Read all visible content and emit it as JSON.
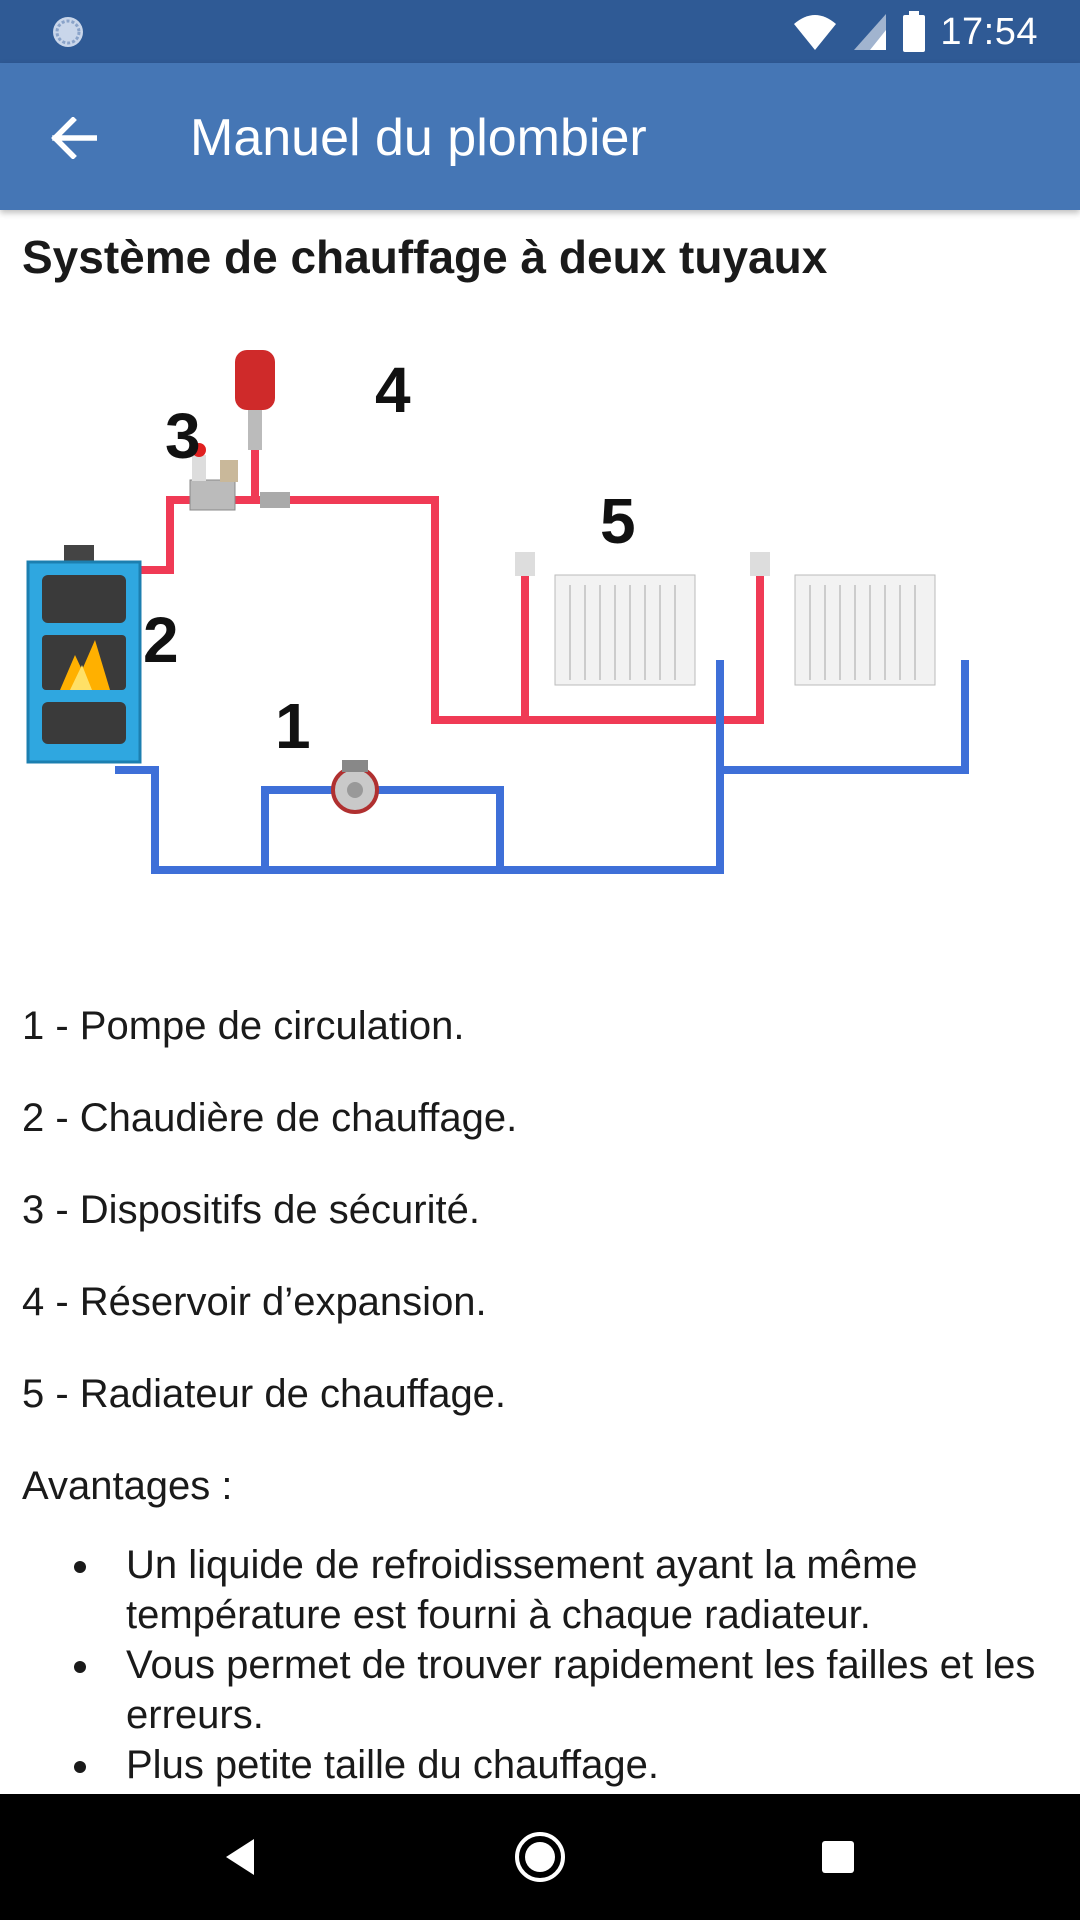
{
  "status_bar": {
    "time": "17:54",
    "icons": [
      "sync-icon",
      "wifi-icon",
      "signal-icon",
      "battery-icon"
    ]
  },
  "app_bar": {
    "title": "Manuel du plombier",
    "back_icon": "arrow-back-icon"
  },
  "article": {
    "title": "Système de chauffage à deux tuyaux",
    "diagram_labels": [
      "1",
      "2",
      "3",
      "4",
      "5"
    ],
    "legend": [
      "1 - Pompe de circulation.",
      "2 - Chaudière de chauffage.",
      "3 - Dispositifs de sécurité.",
      "4 - Réservoir d’expansion.",
      "5 - Radiateur de chauffage."
    ],
    "advantages_heading": "Avantages :",
    "advantages": [
      "Un liquide de refroidissement ayant la même température est fourni à chaque radiateur.",
      "Vous permet de trouver rapidement les failles et les erreurs.",
      "Plus petite taille du chauffage."
    ]
  },
  "colors": {
    "status_bar": "#2f5a95",
    "app_bar": "#4576b5",
    "hot_pipe": "#f03a55",
    "cold_pipe": "#3e6fd8",
    "boiler": "#2fa7e0"
  },
  "nav_bar": {
    "icons": [
      "back-triangle-icon",
      "home-circle-icon",
      "recents-square-icon"
    ]
  }
}
